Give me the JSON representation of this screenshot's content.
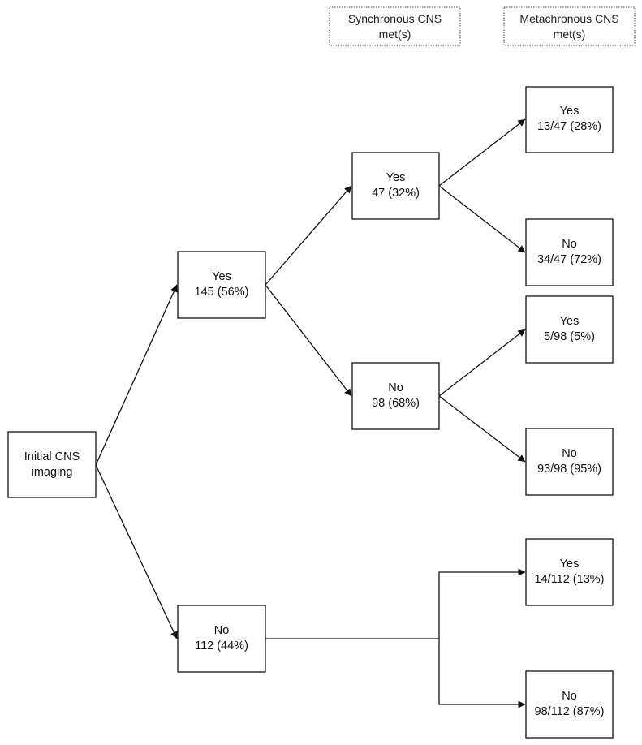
{
  "headers": {
    "synchronous": {
      "line1": "Synchronous CNS",
      "line2": "met(s)"
    },
    "metachronous": {
      "line1": "Metachronous CNS",
      "line2": "met(s)"
    }
  },
  "nodes": {
    "root": {
      "line1": "Initial CNS",
      "line2": "imaging"
    },
    "initial_yes": {
      "line1": "Yes",
      "line2": "145 (56%)"
    },
    "initial_no": {
      "line1": "No",
      "line2": "112 (44%)"
    },
    "sync_yes": {
      "line1": "Yes",
      "line2": "47 (32%)"
    },
    "sync_no": {
      "line1": "No",
      "line2": "98 (68%)"
    },
    "meta_yes_yes": {
      "line1": "Yes",
      "line2": "13/47 (28%)"
    },
    "meta_yes_no": {
      "line1": "No",
      "line2": "34/47 (72%)"
    },
    "meta_no_yes": {
      "line1": "Yes",
      "line2": "5/98 (5%)"
    },
    "meta_no_no": {
      "line1": "No",
      "line2": "93/98 (95%)"
    },
    "meta_init_no_yes": {
      "line1": "Yes",
      "line2": "14/112 (13%)"
    },
    "meta_init_no_no": {
      "line1": "No",
      "line2": "98/112 (87%)"
    }
  }
}
